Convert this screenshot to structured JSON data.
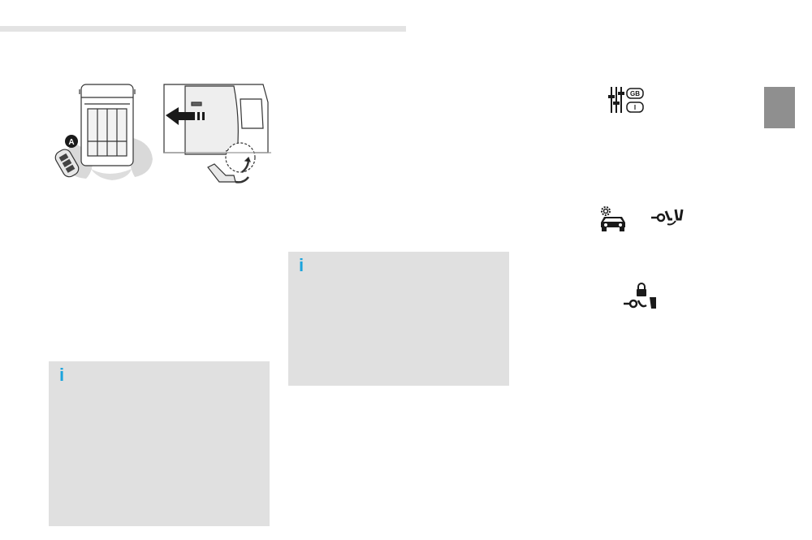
{
  "illustration": {
    "label_a": "A"
  },
  "icons": {
    "settings_badge_1": "GB",
    "settings_badge_2": "I",
    "settings_icon_name": "settings-sliders-icon",
    "car_settings_icon_name": "car-settings-icon",
    "hands_free_icon_name": "hands-free-door-icon",
    "lock_hands_free_icon_name": "hands-free-lock-icon"
  },
  "info_boxes": [
    {
      "icon": "i"
    },
    {
      "icon": "i"
    }
  ],
  "colors": {
    "info_icon": "#1ba3dd",
    "info_box_bg": "#e0e0e0",
    "side_tab": "#8f8f8f",
    "rule": "#e3e3e3"
  }
}
